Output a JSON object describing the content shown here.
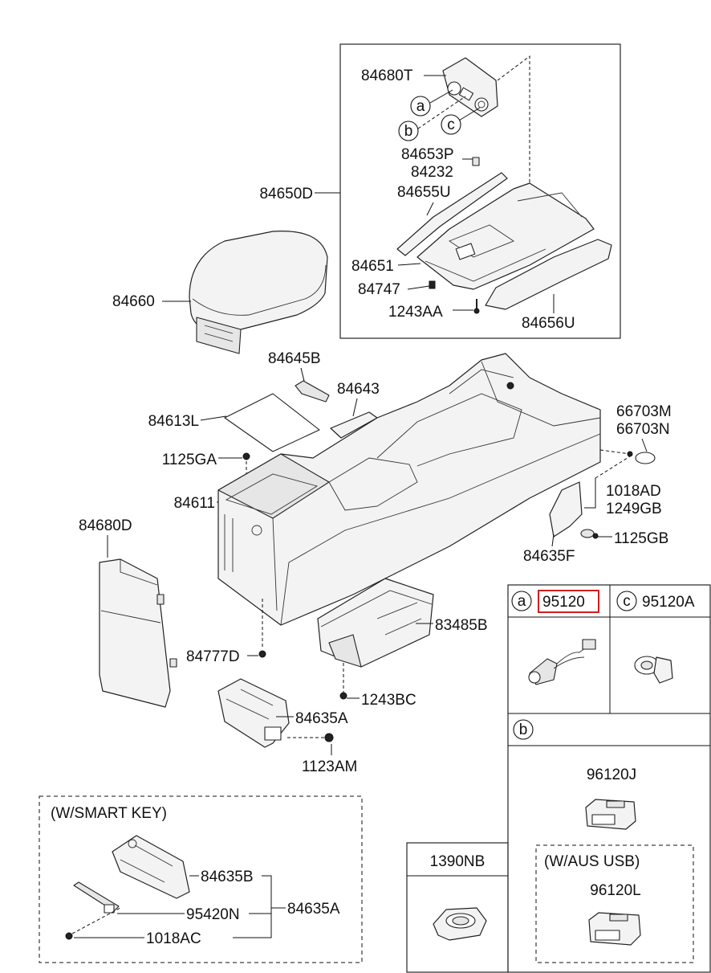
{
  "labels": {
    "p84680T": "84680T",
    "ca": "a",
    "cb": "b",
    "cc": "c",
    "p84653P": "84653P",
    "p84232": "84232",
    "p84650D": "84650D",
    "p84655U": "84655U",
    "p84651": "84651",
    "p84747": "84747",
    "p1243AA": "1243AA",
    "p84656U": "84656U",
    "p84660": "84660",
    "p84645B": "84645B",
    "p84643": "84643",
    "p84613L": "84613L",
    "p1125GA": "1125GA",
    "p84611": "84611",
    "p84680D": "84680D",
    "p66703M": "66703M",
    "p66703N": "66703N",
    "p1018AD": "1018AD",
    "p1249GB": "1249GB",
    "p1125GB": "1125GB",
    "p84635F": "84635F",
    "p83485B": "83485B",
    "p84777D": "84777D",
    "p1243BC": "1243BC",
    "p84635A": "84635A",
    "p1123AM": "1123AM"
  },
  "smart_key": {
    "title": "(W/SMART KEY)",
    "p84635B": "84635B",
    "p95420N": "95420N",
    "p1018AC": "1018AC",
    "p84635A": "84635A"
  },
  "table": {
    "a_letter": "a",
    "a_part": "95120",
    "c_letter": "c",
    "c_part": "95120A",
    "b_letter": "b",
    "p96120J": "96120J",
    "usb_title": "(W/AUS  USB)",
    "p96120L": "96120L",
    "p1390NB": "1390NB"
  },
  "colors": {
    "highlight": "#d01f1f",
    "line": "#111111"
  }
}
